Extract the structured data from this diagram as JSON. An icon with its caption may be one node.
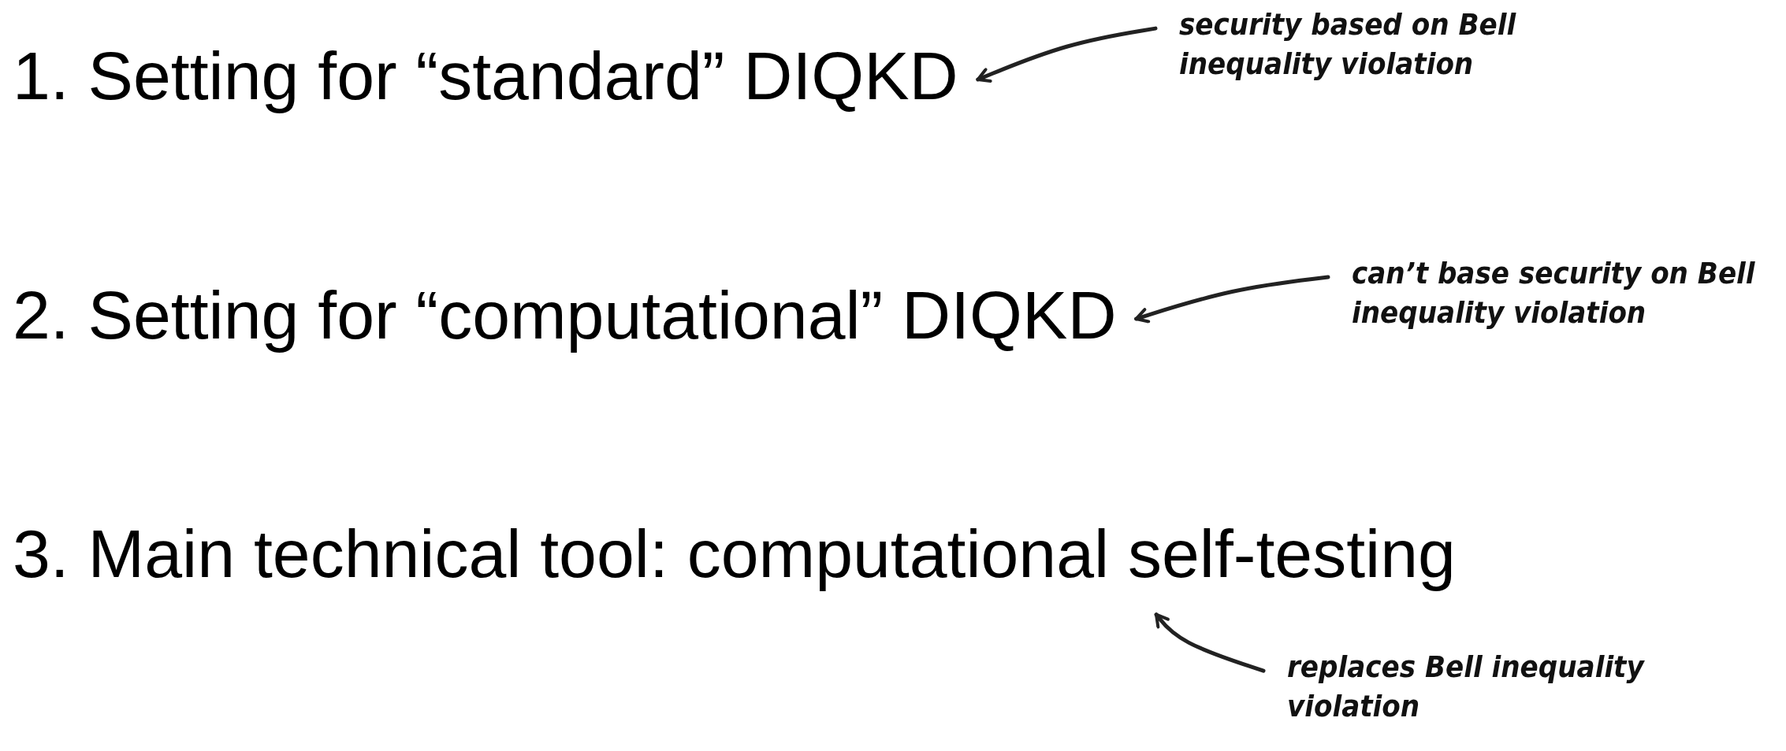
{
  "diagram": {
    "nodes": [
      {
        "text": [
          "1. Setting for “standard” DIQKD"
        ]
      },
      {
        "text": [
          "security based on Bell inequality violation"
        ]
      },
      {
        "text": [
          "2. Setting for “computational” DIQKD"
        ]
      },
      {
        "text": [
          "can’t base security on Bell inequality violation"
        ]
      },
      {
        "text": [
          "3. Main technical tool: computational self-testing"
        ]
      },
      {
        "text": [
          "replaces Bell inequality violation"
        ]
      }
    ],
    "edges": [
      {
        "from": 1,
        "to": 0,
        "arrow": "to"
      },
      {
        "from": 3,
        "to": 2,
        "arrow": "to"
      },
      {
        "from": 5,
        "to": 4,
        "arrow": "to"
      }
    ]
  }
}
